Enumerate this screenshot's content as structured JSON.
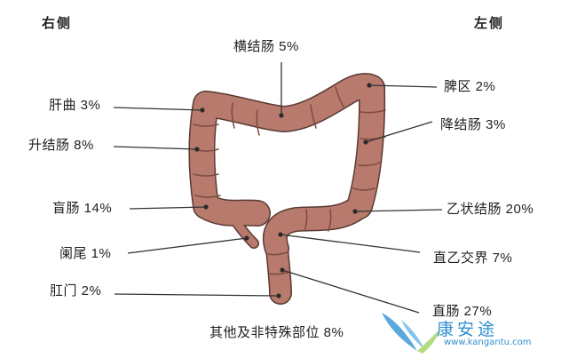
{
  "headers": {
    "right_side": "右侧",
    "left_side": "左侧"
  },
  "labels": {
    "transverse": "横结肠 5%",
    "hepatic_flexure": "肝曲 3%",
    "ascending": "升结肠 8%",
    "cecum": "盲肠 14%",
    "appendix": "阑尾 1%",
    "anus": "肛门 2%",
    "splenic_flexure": "脾区 2%",
    "descending": "降结肠 3%",
    "sigmoid": "乙状结肠 20%",
    "rectosigmoid": "直乙交界 7%",
    "rectum": "直肠 27%",
    "other": "其他及非特殊部位 8%"
  },
  "watermark": {
    "brand": "康安途",
    "url": "www.kangantu.com",
    "color": "#2f8fcf"
  },
  "colors": {
    "colon_fill": "#b87a6c",
    "colon_outline": "#5a3a33",
    "line": "#333333"
  }
}
